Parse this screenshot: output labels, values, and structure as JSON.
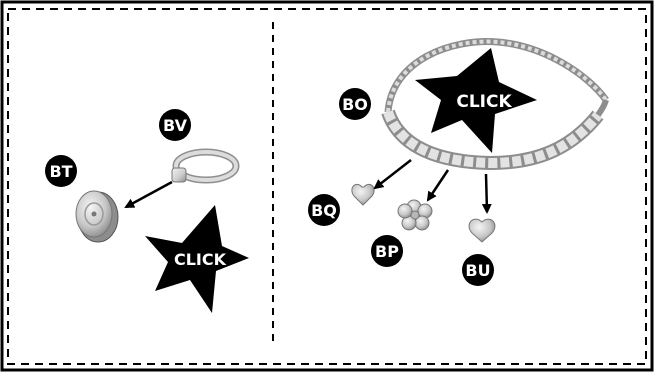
{
  "panels": {
    "left": {
      "callouts": {
        "bt": "BT",
        "bv": "BV"
      },
      "click_label": "CLICK"
    },
    "right": {
      "callouts": {
        "bo": "BO",
        "bq": "BQ",
        "bp": "BP",
        "bu": "BU"
      },
      "click_label": "CLICK"
    }
  },
  "colors": {
    "outline": "#000000",
    "part_fill": "#d9d9d9",
    "part_shade": "#9a9a9a",
    "star": "#000000",
    "label_text": "#ffffff"
  },
  "icons": [
    "click-star-icon",
    "arrow-icon",
    "ring-icon",
    "earring-back-icon",
    "headband-icon",
    "heart-charm-icon",
    "flower-charm-icon"
  ]
}
